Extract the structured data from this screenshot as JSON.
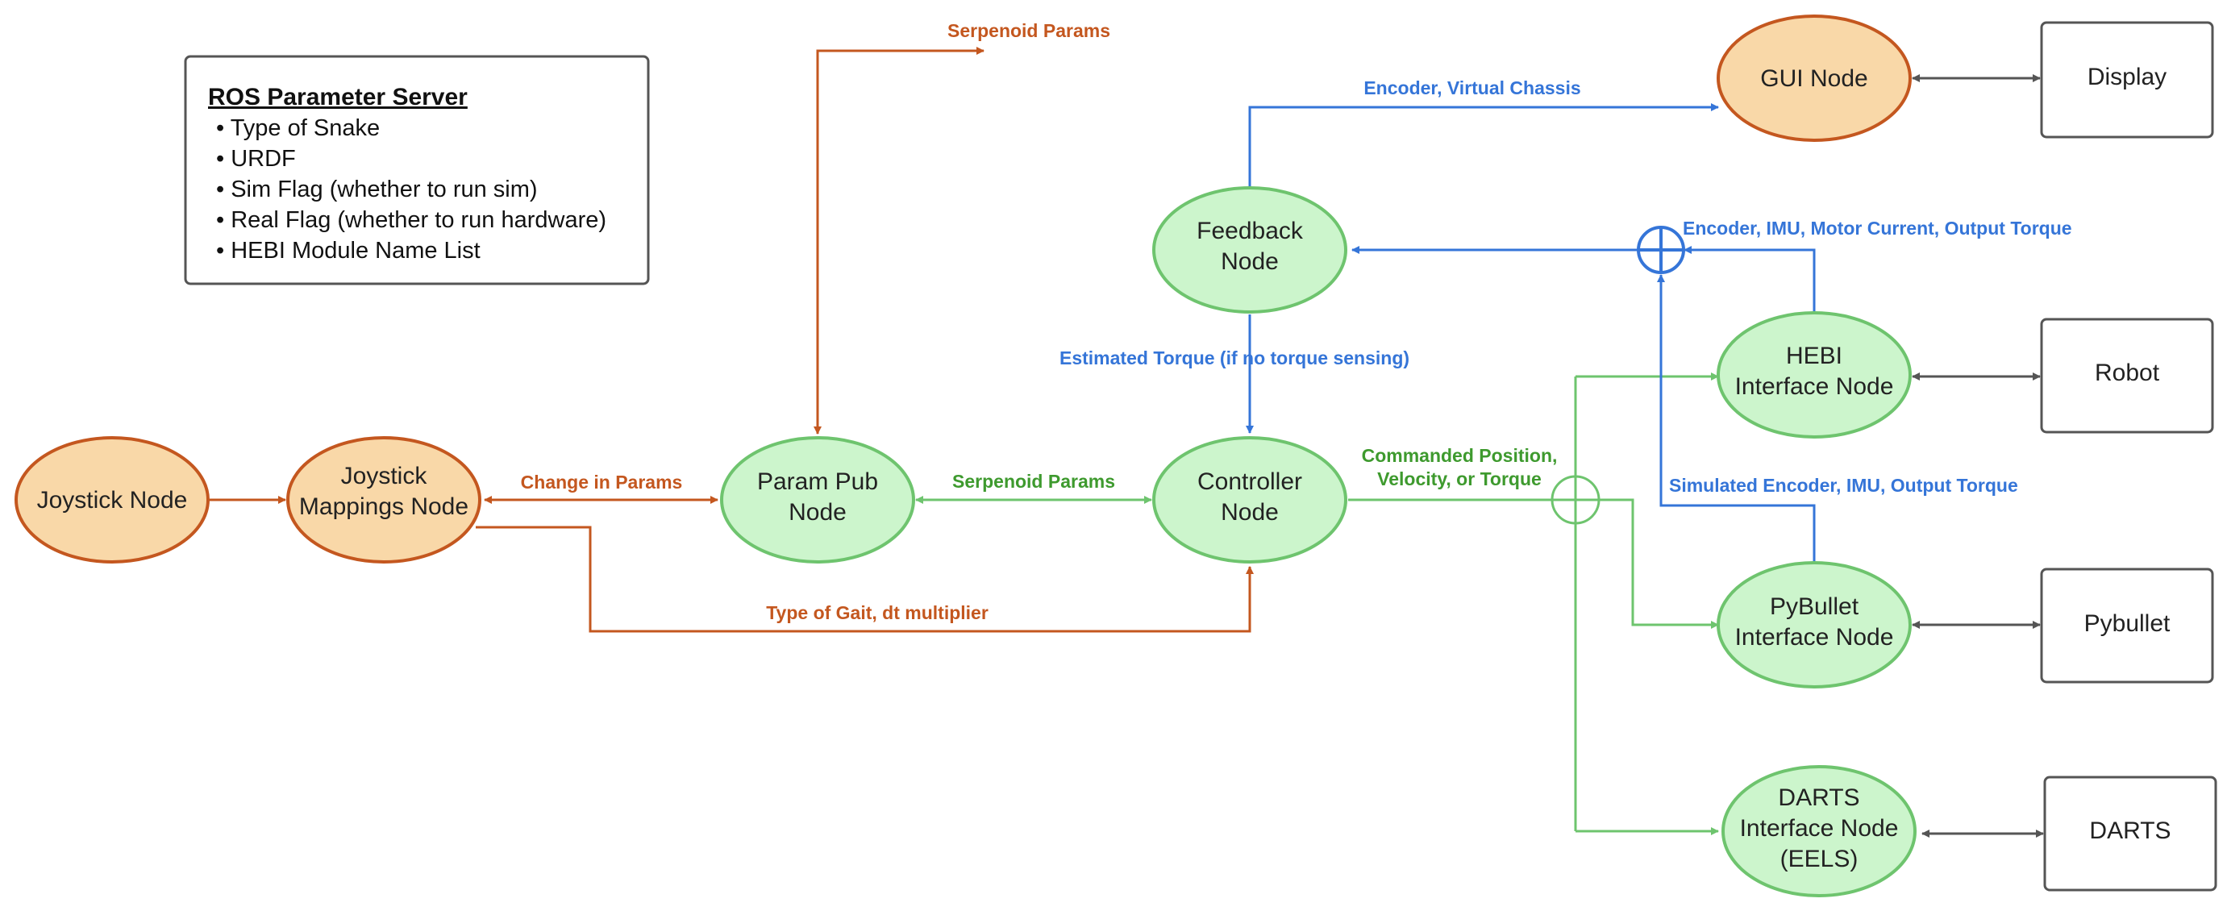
{
  "colors": {
    "orange_fill": "#f9d8a8",
    "orange_stroke": "#c4571f",
    "green_fill": "#ccf5cc",
    "green_stroke": "#6ec46e",
    "blue": "#3575d8",
    "orange_label": "#c4571f",
    "green_label": "#3e9a2e",
    "gray": "#555555",
    "box_stroke": "#555555"
  },
  "param_server": {
    "title": "ROS Parameter Server",
    "items": [
      "Type of Snake",
      "URDF",
      "Sim Flag (whether to run sim)",
      "Real Flag (whether to run hardware)",
      "HEBI Module Name List"
    ]
  },
  "nodes": {
    "joystick": {
      "lines": [
        "Joystick Node"
      ]
    },
    "mappings": {
      "lines": [
        "Joystick",
        "Mappings Node"
      ]
    },
    "parampub": {
      "lines": [
        "Param Pub",
        "Node"
      ]
    },
    "controller": {
      "lines": [
        "Controller",
        "Node"
      ]
    },
    "feedback": {
      "lines": [
        "Feedback",
        "Node"
      ]
    },
    "gui": {
      "lines": [
        "GUI Node"
      ]
    },
    "hebi": {
      "lines": [
        "HEBI",
        "Interface Node"
      ]
    },
    "pybullet": {
      "lines": [
        "PyBullet",
        "Interface Node"
      ]
    },
    "darts": {
      "lines": [
        "DARTS",
        "Interface Node",
        "(EELS)"
      ]
    }
  },
  "boxes": {
    "display": "Display",
    "robot": "Robot",
    "pybullet": "Pybullet",
    "darts": "DARTS"
  },
  "edge_labels": {
    "serpenoid_top": "Serpenoid Params",
    "encoder_virtual": "Encoder, Virtual Chassis",
    "encoder_imu": "Encoder, IMU, Motor Current, Output Torque",
    "estimated_torque": "Estimated Torque (if no torque sensing)",
    "change_params": "Change in Params",
    "serpenoid_mid": "Serpenoid Params",
    "commanded_1": "Commanded Position,",
    "commanded_2": "Velocity, or Torque",
    "simulated": "Simulated Encoder, IMU, Output Torque",
    "gait": "Type of Gait, dt multiplier"
  }
}
